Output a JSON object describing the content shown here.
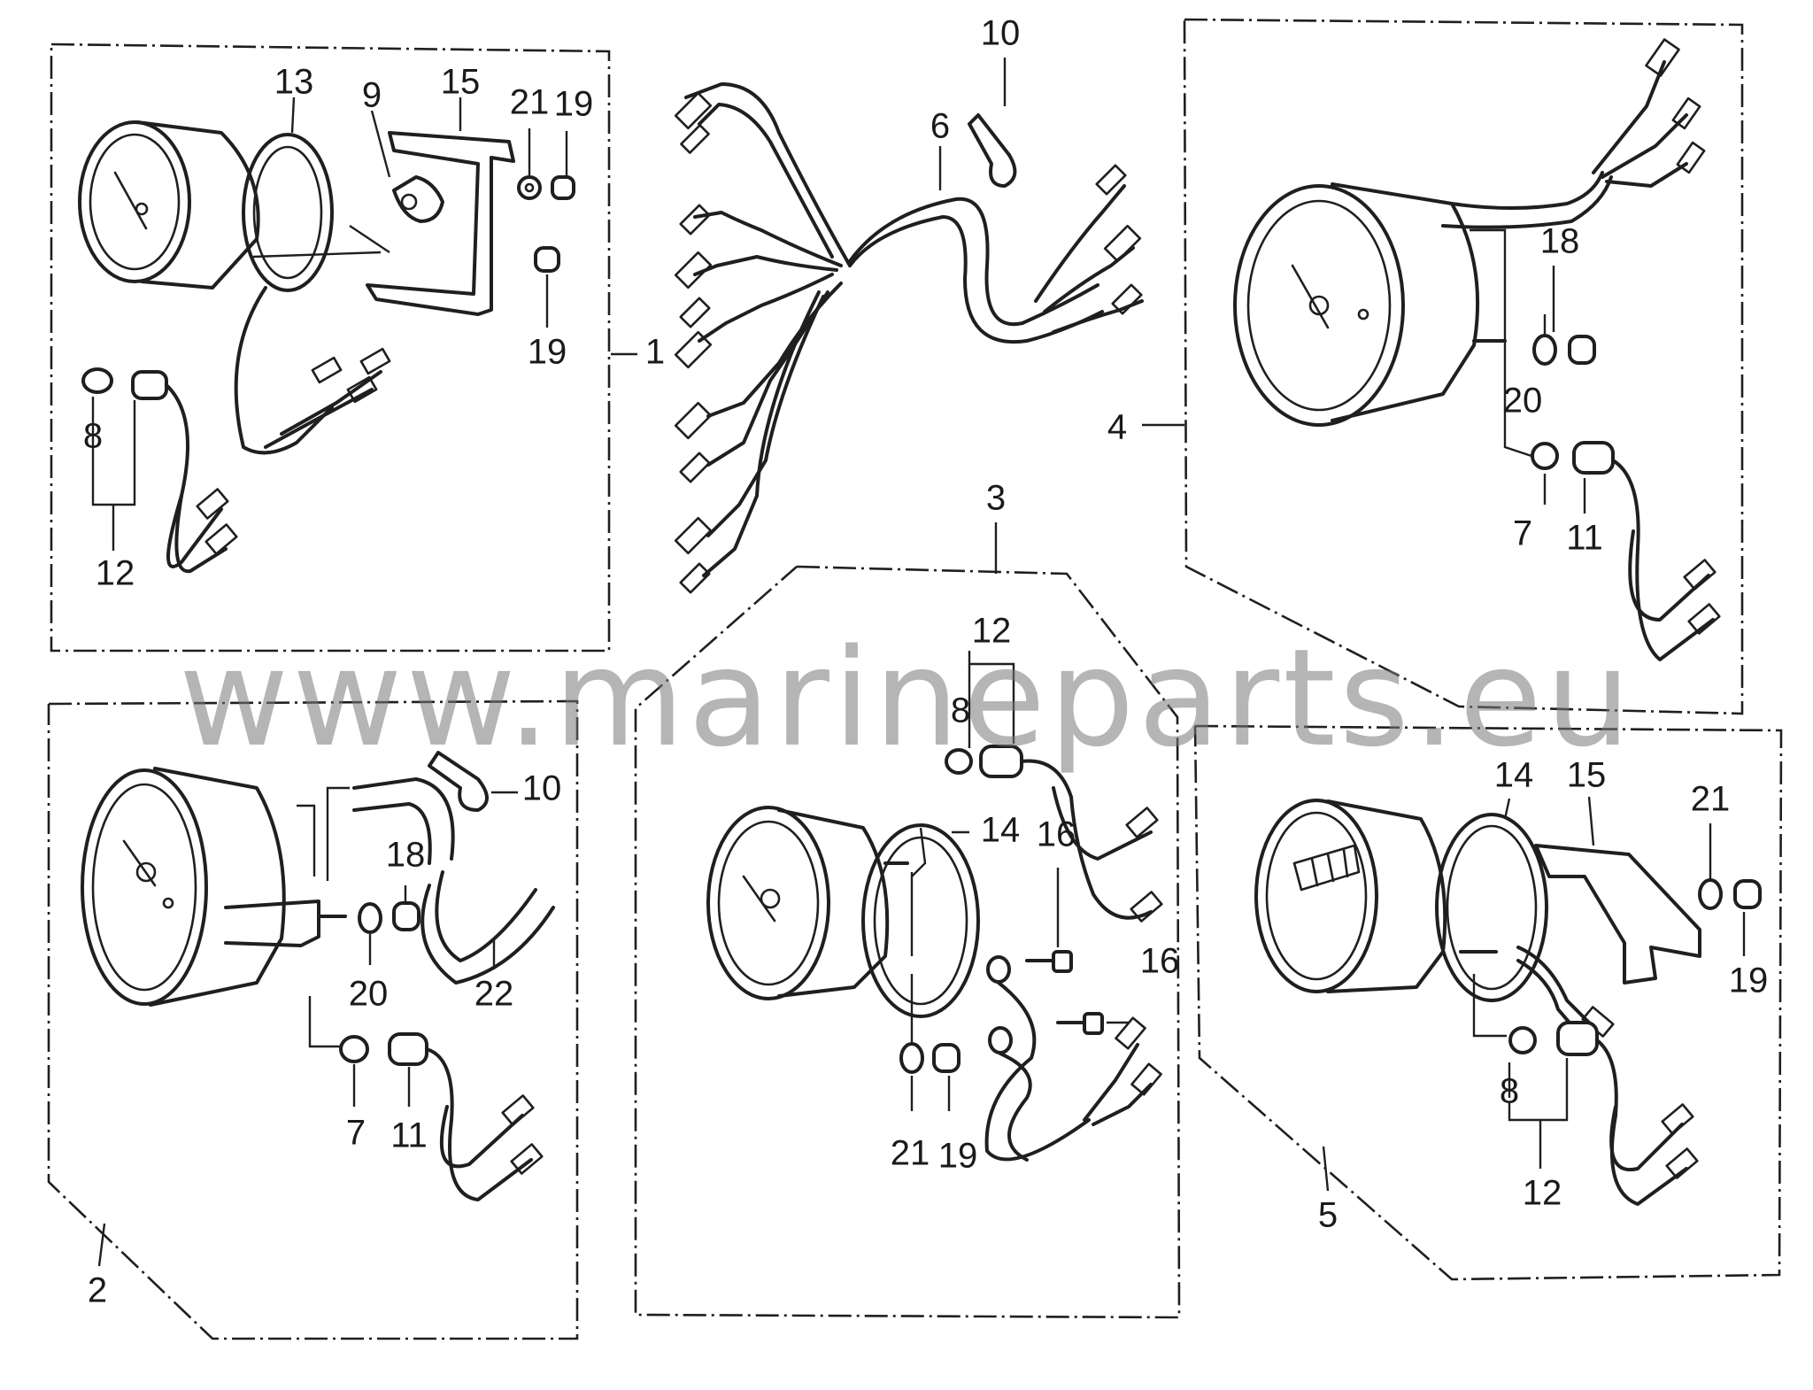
{
  "watermark": "www.marineparts.eu",
  "colors": {
    "ink": "#1f1f1f",
    "watermark": "#787878",
    "background": "#ffffff"
  },
  "callouts": {
    "g1_13": "13",
    "g1_9": "9",
    "g1_15": "15",
    "g1_21": "21",
    "g1_19a": "19",
    "g1_19b": "19",
    "g1_1": "1",
    "g1_8": "8",
    "g1_12": "12",
    "harness_10": "10",
    "harness_6": "6",
    "g4_18": "18",
    "g4_20": "20",
    "g4_4": "4",
    "g4_7": "7",
    "g4_11": "11",
    "g3_3": "3",
    "g3_12": "12",
    "g3_8": "8",
    "g3_14": "14",
    "g3_16a": "16",
    "g3_16b": "16",
    "g3_21": "21",
    "g3_19": "19",
    "g2_10": "10",
    "g2_18": "18",
    "g2_20": "20",
    "g2_22": "22",
    "g2_7": "7",
    "g2_11": "11",
    "g2_2": "2",
    "g5_14": "14",
    "g5_15": "15",
    "g5_21": "21",
    "g5_19": "19",
    "g5_8": "8",
    "g5_12": "12",
    "g5_5": "5"
  }
}
